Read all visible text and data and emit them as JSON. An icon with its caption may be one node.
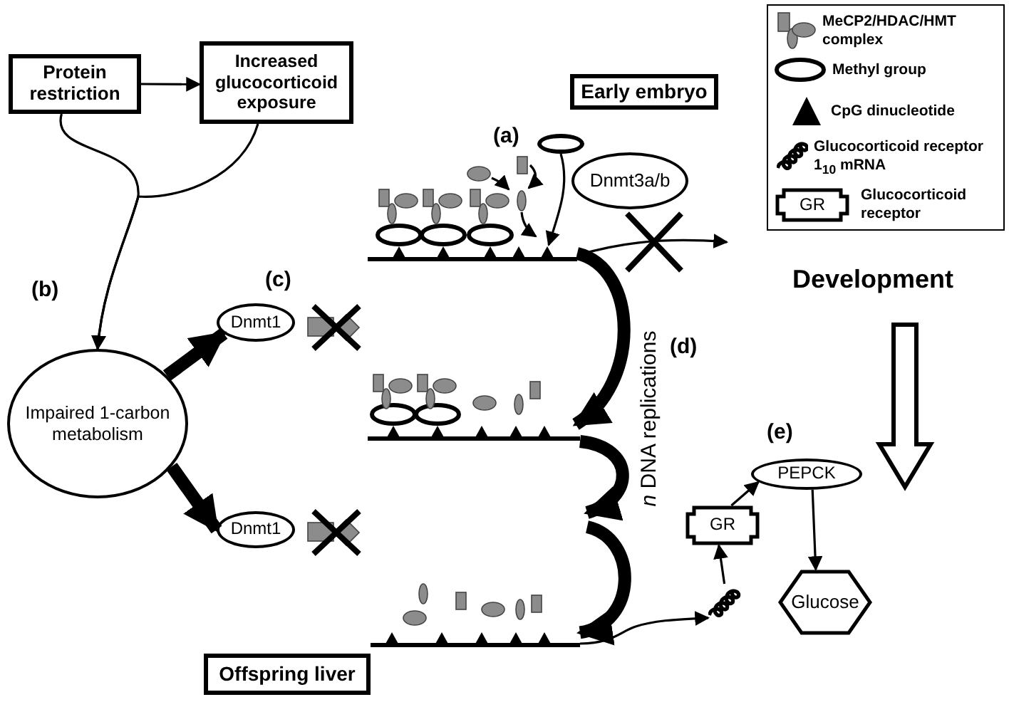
{
  "diagram": {
    "nodes": [
      {
        "text": [
          "Protein restriction"
        ]
      },
      {
        "text": [
          "Increased glucocorticoid exposure"
        ]
      },
      {
        "text": [
          "Early embryo"
        ]
      },
      {
        "text": [],
        "shape": "ellipse"
      },
      {
        "text": [
          "Dnmt3a/b"
        ]
      },
      {
        "text": [],
        "shape": "line"
      },
      {
        "text": [
          "Dnmt1"
        ]
      },
      {
        "text": [
          "Impaired 1-carbon metabolism"
        ]
      },
      {
        "text": [],
        "shape": "line"
      },
      {
        "text": [
          "Dnmt1"
        ]
      },
      {
        "text": [
          "PEPCK"
        ]
      },
      {
        "text": [
          "GR"
        ]
      },
      {
        "text": [
          "Glucose"
        ]
      },
      {
        "text": [],
        "shape": "coil"
      },
      {
        "text": [],
        "shape": "line"
      },
      {
        "text": [
          "Offspring liver"
        ]
      }
    ],
    "edges": [
      {
        "from": 0,
        "to": 1,
        "arrow": "to"
      },
      {
        "from": 0,
        "to": 7,
        "arrow": "to"
      },
      {
        "from": 1,
        "to": 7,
        "arrow": "to"
      },
      {
        "from": 7,
        "to": 6,
        "arrow": "to",
        "style": "thick"
      },
      {
        "from": 7,
        "to": 9,
        "arrow": "to",
        "style": "thick"
      },
      {
        "from": 3,
        "to": 5,
        "arrow": "to"
      },
      {
        "from": 5,
        "to": null,
        "arrow": "to"
      },
      {
        "from": 5,
        "to": 8,
        "arrow": "to",
        "style": "thick"
      },
      {
        "from": 8,
        "to": null,
        "arrow": "to",
        "style": "thick"
      },
      {
        "from": null,
        "to": 14,
        "arrow": "to",
        "style": "thick"
      },
      {
        "from": 14,
        "to": 13,
        "arrow": "to"
      },
      {
        "from": 13,
        "to": 11,
        "arrow": "to"
      },
      {
        "from": 11,
        "to": 10,
        "arrow": "to"
      },
      {
        "from": 10,
        "to": 12,
        "arrow": "to"
      }
    ],
    "labels": [
      "(a)",
      "(b)",
      "(c)",
      "Development",
      "(d)",
      "*n* DNA replications",
      "(e)",
      "GR"
    ],
    "legend": [
      {
        "text": "MeCP2/HDAC/HMT complex"
      },
      {
        "text": "Methyl group"
      },
      {
        "text": "CpG dinucleotide"
      },
      {
        "text": "Glucocorticoid receptor 1$_{10}$ mRNA"
      },
      {
        "text": "Glucocorticoid receptor"
      }
    ]
  }
}
